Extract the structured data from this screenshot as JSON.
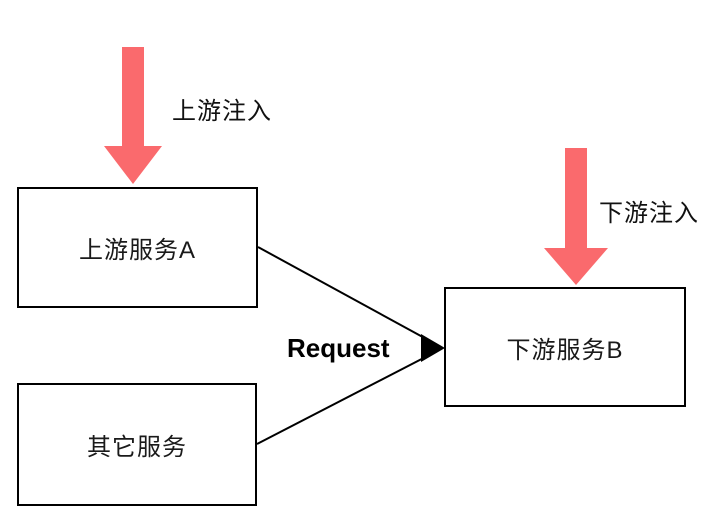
{
  "colors": {
    "injection_arrow": "#fa6a6d",
    "connector": "#000000",
    "node_border": "#000000",
    "background": "#ffffff"
  },
  "nodes": [
    {
      "id": "upstream-service-a",
      "label": "上游服务A"
    },
    {
      "id": "other-services",
      "label": "其它服务"
    },
    {
      "id": "downstream-service-b",
      "label": "下游服务B"
    }
  ],
  "edges": [
    {
      "from": "upstream-service-a",
      "to": "downstream-service-b",
      "label": "Request"
    },
    {
      "from": "other-services",
      "to": "downstream-service-b",
      "label": "Request"
    }
  ],
  "annotations": [
    {
      "id": "upstream-injection",
      "text": "上游注入"
    },
    {
      "id": "downstream-injection",
      "text": "下游注入"
    },
    {
      "id": "request",
      "text": "Request"
    }
  ]
}
